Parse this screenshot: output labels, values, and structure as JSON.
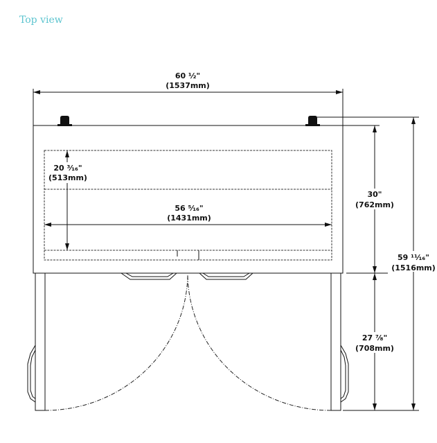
{
  "title": "Top view",
  "dimensions": {
    "overall_width": {
      "imperial": "60 ½\"",
      "metric": "(1537mm)"
    },
    "interior_depth": {
      "imperial": "20 ³⁄₁₆\"",
      "metric": "(513mm)"
    },
    "interior_width": {
      "imperial": "56 ⁵⁄₁₆\"",
      "metric": "(1431mm)"
    },
    "cabinet_depth": {
      "imperial": "30\"",
      "metric": "(762mm)"
    },
    "door_swing": {
      "imperial": "27 ⁷⁄₈\"",
      "metric": "(708mm)"
    },
    "overall_depth": {
      "imperial": "59 ¹¹⁄₁₆\"",
      "metric": "(1516mm)"
    }
  }
}
